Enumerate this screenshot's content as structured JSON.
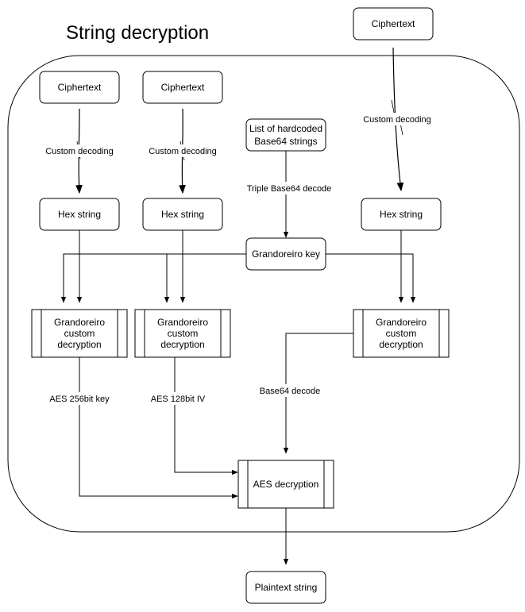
{
  "title": "String decryption",
  "nodes": {
    "ciphertext_outer": "Ciphertext",
    "ciphertext_1": "Ciphertext",
    "ciphertext_2": "Ciphertext",
    "hardcoded_list": [
      "List of hardcoded",
      "Base64 strings"
    ],
    "hex_1": "Hex string",
    "hex_2": "Hex string",
    "hex_3": "Hex string",
    "key": "Grandoreiro key",
    "custom_dec_1": [
      "Grandoreiro",
      "custom",
      "decryption"
    ],
    "custom_dec_2": [
      "Grandoreiro",
      "custom",
      "decryption"
    ],
    "custom_dec_3": [
      "Grandoreiro",
      "custom",
      "decryption"
    ],
    "aes": "AES decryption",
    "plaintext": "Plaintext string"
  },
  "edge_labels": {
    "custom_decoding_1": "Custom decoding",
    "custom_decoding_2": "Custom decoding",
    "custom_decoding_3": "Custom decoding",
    "triple_base64": "Triple Base64 decode",
    "aes_key": "AES 256bit key",
    "aes_iv": "AES 128bit IV",
    "base64_decode": "Base64 decode"
  }
}
